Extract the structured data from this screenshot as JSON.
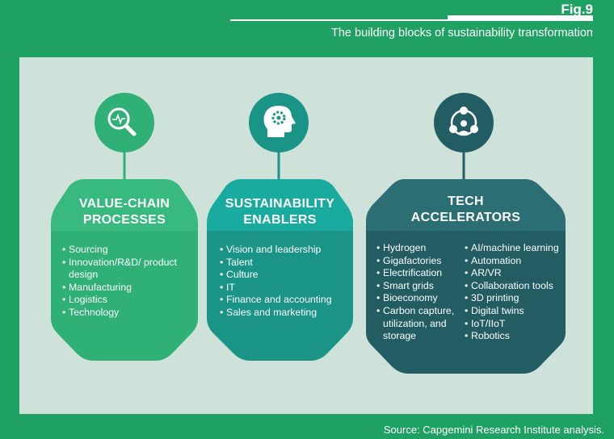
{
  "figure": {
    "label": "Fig.9",
    "subtitle": "The building blocks of sustainability transformation",
    "source": "Source: Capgemini Research Institute analysis."
  },
  "colors": {
    "background": "#1ea163",
    "panel": "#cfe2da",
    "value_chain": "#2fb077",
    "value_chain_top": "#37b97f",
    "enablers": "#1b9488",
    "enablers_top": "#19aaa0",
    "tech": "#225d63",
    "tech_top": "#2b6e73"
  },
  "blocks": [
    {
      "icon": "magnifier-chart-icon",
      "title_lines": [
        "VALUE-CHAIN",
        "PROCESSES"
      ],
      "items": [
        "Sourcing",
        "Innovation/R&D/ product design",
        "Manufacturing",
        "Logistics",
        "Technology"
      ]
    },
    {
      "icon": "head-gear-icon",
      "title_lines": [
        "SUSTAINABILITY",
        "ENABLERS"
      ],
      "items": [
        "Vision and leadership",
        "Talent",
        "Culture",
        "IT",
        "Finance and accounting",
        "Sales and marketing"
      ]
    },
    {
      "icon": "network-nodes-icon",
      "title_lines": [
        "TECH",
        "ACCELERATORS"
      ],
      "items_left": [
        "Hydrogen",
        "Gigafactories",
        "Electrification",
        "Smart grids",
        "Bioeconomy",
        "Carbon capture, utilization, and storage"
      ],
      "items_right": [
        "AI/machine learning",
        "Automation",
        "AR/VR",
        "Collaboration tools",
        "3D printing",
        "Digital twins",
        "IoT/IIoT",
        "Robotics"
      ]
    }
  ]
}
